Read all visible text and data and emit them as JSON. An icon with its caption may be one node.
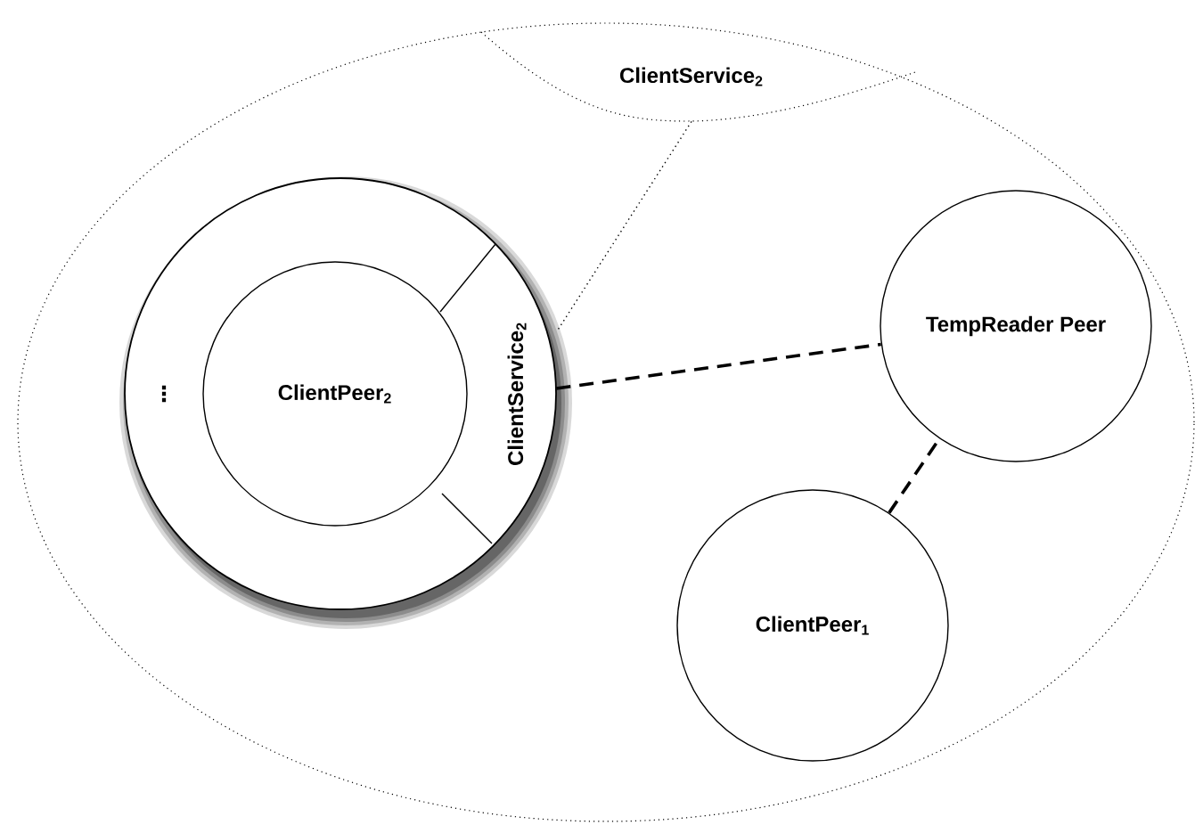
{
  "diagram": {
    "nodes": [
      {
        "text": [],
        "shape": "ellipse"
      },
      {
        "text": [
          "ClientService$_{2}$"
        ],
        "in": 0
      },
      {
        "text": [
          "⋮"
        ],
        "in": 0
      },
      {
        "text": [
          "ClientService$_{2}$"
        ],
        "in": 2
      },
      {
        "text": [
          "ClientPeer$_{2}$"
        ],
        "in": 2
      },
      {
        "text": [
          "TempReader Peer"
        ],
        "in": 0
      },
      {
        "text": [
          "ClientPeer$_{1}$"
        ],
        "in": 0
      }
    ],
    "edges": [
      {
        "from": 3,
        "to": 5,
        "arrow": "none",
        "style": "dashed"
      },
      {
        "from": 6,
        "to": 5,
        "arrow": "none",
        "style": "dashed"
      },
      {
        "from": 1,
        "to": 3,
        "arrow": "none"
      }
    ]
  }
}
